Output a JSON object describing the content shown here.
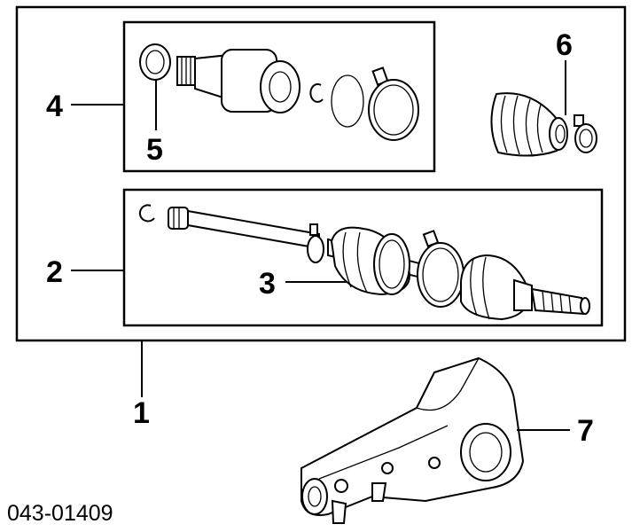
{
  "callouts": {
    "c1": "1",
    "c2": "2",
    "c3": "3",
    "c4": "4",
    "c5": "5",
    "c6": "6",
    "c7": "7"
  },
  "diagram_code": "043-01409"
}
